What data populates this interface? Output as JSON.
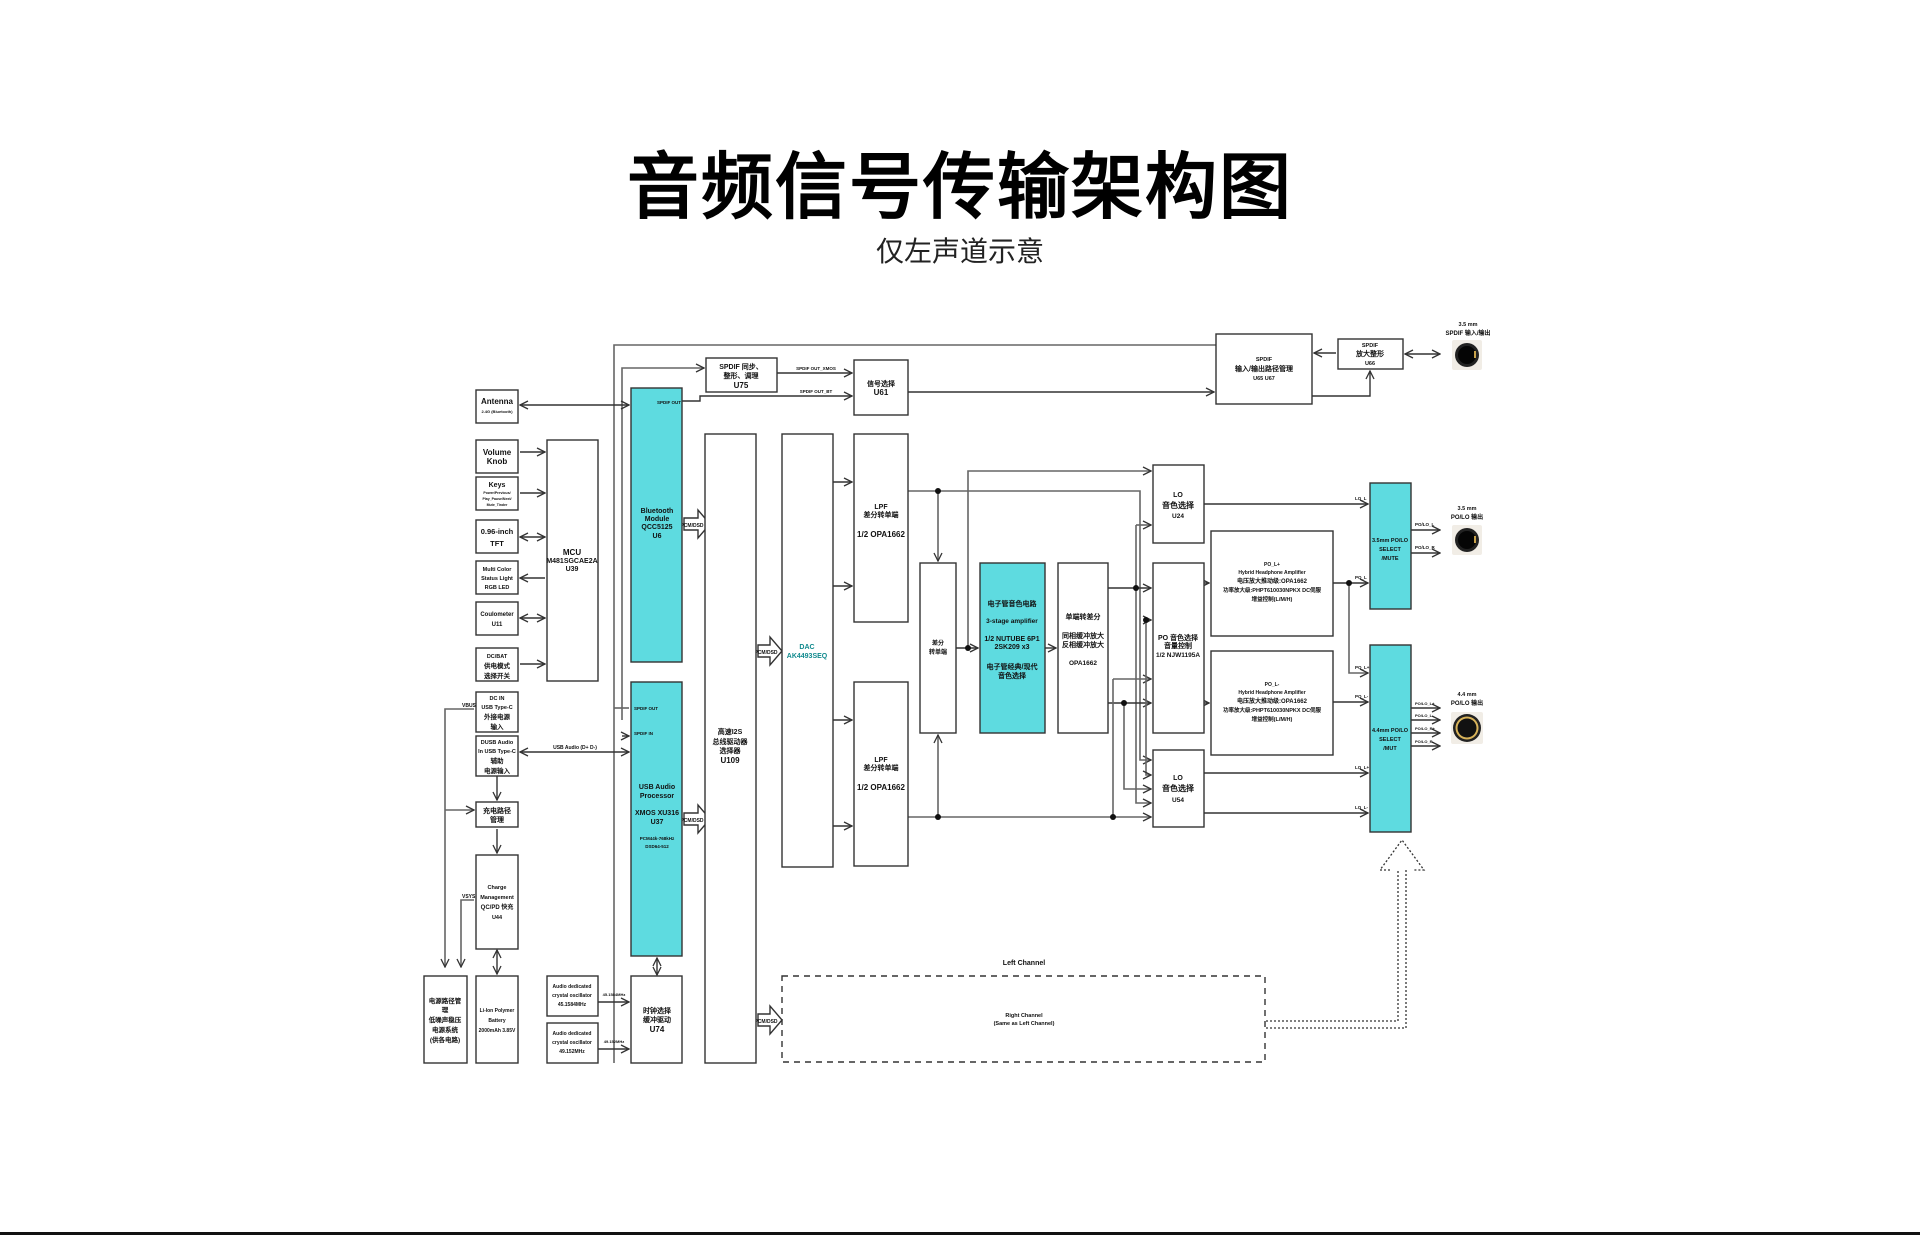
{
  "header": {
    "title": "音频信号传输架构图",
    "subtitle": "仅左声道示意"
  },
  "colors": {
    "highlight_block": "#5edbe0",
    "dac_text": "#118a8e",
    "line": "#333333"
  },
  "blocks": {
    "antenna": {
      "l1": "Antenna",
      "l2": "2.4G (Bluetooth)"
    },
    "volume": {
      "l1": "Volume",
      "l2": "Knob"
    },
    "keys": {
      "l1": "Keys",
      "l2": "Power/Previous/",
      "l3": "Play_Pause/Next/",
      "l4": "Mute_Tinder"
    },
    "tft": {
      "l1": "0.96-inch",
      "l2": "TFT"
    },
    "led": {
      "l1": "Multi Color",
      "l2": "Status Light",
      "l3": "RGB LED"
    },
    "coulometer": {
      "l1": "Coulometer",
      "l2": "U11"
    },
    "dcbat": {
      "l1": "DC/BAT",
      "l2": "供电模式",
      "l3": "选择开关"
    },
    "dcin": {
      "l1": "DC IN",
      "l2": "USB Type-C",
      "l3": "外接电源",
      "l4": "输入"
    },
    "dusb": {
      "l1": "DUSB Audio",
      "l2": "In USB Type-C",
      "l3": "辅助",
      "l4": "电源输入"
    },
    "charge_path": {
      "l1": "充电路径",
      "l2": "管理"
    },
    "charge_mgmt": {
      "l1": "Charge",
      "l2": "Management",
      "l3": "QC/PD 快充",
      "l4": "U44"
    },
    "power_sys": {
      "l1": "电源路径管",
      "l2": "理",
      "l3": "低噪声稳压",
      "l4": "电源系统",
      "l5": "(供各电路)"
    },
    "battery": {
      "l1": "Li-Ion Polymer",
      "l2": "Battery",
      "l3": "2000mAh 3.85V"
    },
    "osc1": {
      "l1": "Audio dedicated",
      "l2": "crystal oscillator",
      "l3": "45.1584MHz"
    },
    "osc2": {
      "l1": "Audio dedicated",
      "l2": "crystal oscillator",
      "l3": "49.152MHz"
    },
    "mcu": {
      "l1": "MCU",
      "l2": "M481SGCAE2A",
      "l3": "U39"
    },
    "bt": {
      "l1": "Bluetooth",
      "l2": "Module",
      "l3": "QCC5125",
      "l4": "U6",
      "port": "SPDIF OUT"
    },
    "usb": {
      "l1": "USB Audio",
      "l2": "Processor",
      "l3": "XMOS XU316",
      "l4": "U37",
      "l5": "PCM44k-768kHz",
      "l6": "DSD64-512",
      "port_out": "SPDIF OUT",
      "port_in": "SPDIF IN"
    },
    "clock": {
      "l1": "时钟选择",
      "l2": "缓冲驱动",
      "l3": "U74"
    },
    "u75": {
      "l1": "SPDIF 同步、",
      "l2": "整形、调理",
      "l3": "U75"
    },
    "u61": {
      "l1": "信号选择",
      "l2": "U61"
    },
    "i2s": {
      "l1": "高速I2S",
      "l2": "总线驱动器",
      "l3": "选择器",
      "l4": "U109"
    },
    "dac": {
      "l1": "DAC",
      "l2": "AK4493SEQ"
    },
    "lpf1": {
      "l1": "LPF",
      "l2": "差分转单端",
      "l3": "1/2 OPA1662"
    },
    "lpf2": {
      "l1": "LPF",
      "l2": "差分转单端",
      "l3": "1/2 OPA1662"
    },
    "diff2se": {
      "l1": "差分",
      "l2": "转单端"
    },
    "tube": {
      "l1": "电子管音色电路",
      "l2": "3-stage amplifier",
      "l3": "1/2 NUTUBE 6P1",
      "l4": "2SK209 x3",
      "l5": "电子管经典/现代",
      "l6": "音色选择"
    },
    "se2diff": {
      "l1": "单端转差分",
      "l2": "同相缓冲放大",
      "l3": "反相缓冲放大",
      "l4": "OPA1662"
    },
    "lo_u24": {
      "l1": "LO",
      "l2": "音色选择",
      "l3": "U24"
    },
    "po_vol": {
      "l1": "PO 音色选择",
      "l2": "音量控制",
      "l3": "1/2 NJW1195A"
    },
    "lo_u54": {
      "l1": "LO",
      "l2": "音色选择",
      "l3": "U54"
    },
    "amp_plus": {
      "l1": "PO_L+",
      "l2": "Hybrid Headphone Amplifier",
      "l3": "电压放大推动级:OPA1662",
      "l4": "功率放大级:PHPT610030NPKX DC伺服",
      "l5": "增益控制(L/M/H)"
    },
    "amp_minus": {
      "l1": "PO_L-",
      "l2": "Hybrid Headphone Amplifier",
      "l3": "电压放大推动级:OPA1662",
      "l4": "功率放大级:PHPT610030NPKX DC伺服",
      "l5": "增益控制(L/M/H)"
    },
    "sel35": {
      "l1": "3.5mm PO/LO",
      "l2": "SELECT",
      "l3": "/MUTE"
    },
    "sel44": {
      "l1": "4.4mm PO/LO",
      "l2": "SELECT",
      "l3": "/MUT"
    },
    "spdif_path": {
      "l1": "SPDIF",
      "l2": "输入/输出路径管理",
      "l3": "U65 U67"
    },
    "spdif_amp": {
      "l1": "SPDIF",
      "l2": "放大整形",
      "l3": "U66"
    }
  },
  "jacks": {
    "spdif": {
      "l1": "3.5 mm",
      "l2": "SPDIF 输入/输出"
    },
    "j35": {
      "l1": "3.5 mm",
      "l2": "PO/LO 输出"
    },
    "j44": {
      "l1": "4.4 mm",
      "l2": "PO/LO 输出"
    }
  },
  "signals": {
    "vbus": "VBUS",
    "vsys": "VSYS",
    "usb_audio": "USB Audio (D+ D-)",
    "f1": "45.1584MHz",
    "f2": "49.152MHz",
    "spdif_xmos": "SPDIF OUT_XMOS",
    "spdif_bt": "SPDIF OUT_BT",
    "pcm_dsd": "PCM/DSD",
    "lo_l": "LO_L",
    "po_l": "PO_L",
    "polo_l": "PO/LO_L",
    "polo_r": "PO/LO_R",
    "po_lp": "PO_L+",
    "po_lm": "PO_L-",
    "lo_lp": "LO_L+",
    "lo_lm": "LO_L-",
    "polo_lp": "PO/LO_L+",
    "polo_lm": "PO/LO_L-",
    "polo_rp": "PO/LO_R+",
    "polo_rm": "PO/LO_R-"
  },
  "channels": {
    "left": "Left Channel",
    "right_l1": "Right Channel",
    "right_l2": "(Same as Left Channel)"
  }
}
